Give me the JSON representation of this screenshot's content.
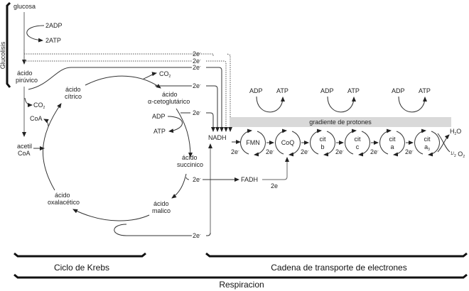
{
  "title": "Respiración celular",
  "glycolysis": {
    "label": "Glucolisis",
    "glucose": "glucosa",
    "adp": "2ADP",
    "atp": "2ATP",
    "pyruvate_l1": "ácido",
    "pyruvate_l2": "pirúvico",
    "co2": "CO",
    "co2_sub": "2",
    "coa": "CoA",
    "acetyl_l1": "acetil",
    "acetyl_l2": "CoA"
  },
  "krebs": {
    "citric_l1": "ácido",
    "citric_l2": "cítrico",
    "co2": "CO",
    "co2_sub": "2",
    "akg_l1": "ácido",
    "akg_l2": "α-cetoglutárico",
    "adp": "ADP",
    "atp": "ATP",
    "succinic_l1": "ácido",
    "succinic_l2": "succinico",
    "malic_l1": "ácido",
    "malic_l2": "malico",
    "oxalo_l1": "ácido",
    "oxalo_l2": "oxalacético"
  },
  "electrons": {
    "label": "2e",
    "sup": "-",
    "nadh": "NADH",
    "fadh": "FADH",
    "fadh_e": "2e"
  },
  "chain": {
    "gradient": "gradiente de protones",
    "adp": "ADP",
    "atp": "ATP",
    "carriers": [
      {
        "l1": "FMN",
        "l2": ""
      },
      {
        "l1": "CoQ",
        "l2": ""
      },
      {
        "l1": "cit",
        "l2": "b"
      },
      {
        "l1": "cit",
        "l2": "c"
      },
      {
        "l1": "cit",
        "l2": "a"
      },
      {
        "l1": "cit",
        "l2": "a",
        "sub": "3"
      }
    ],
    "e_label": "2e",
    "water": "H",
    "water_sub": "2",
    "water_end": "O",
    "oxygen_frac": "1/",
    "oxygen_frac_sub": "2",
    "oxygen": " O",
    "oxygen_sub": "2"
  },
  "brackets": {
    "krebs": "Ciclo de Krebs",
    "etc": "Cadena de transporte de electrones",
    "resp": "Respiracion"
  }
}
